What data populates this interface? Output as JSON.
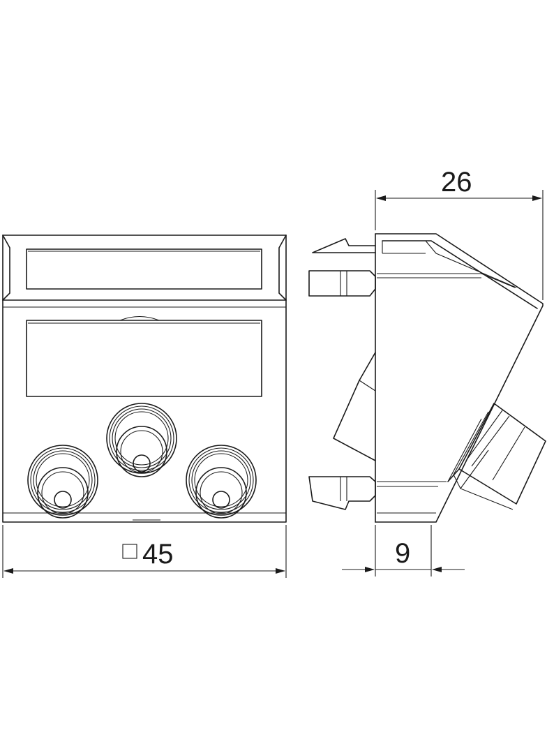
{
  "dimensions": {
    "width_label": "□45",
    "depth_label": "26",
    "offset_label": "9"
  },
  "colors": {
    "line": "#1a1a1a",
    "background": "#ffffff"
  }
}
